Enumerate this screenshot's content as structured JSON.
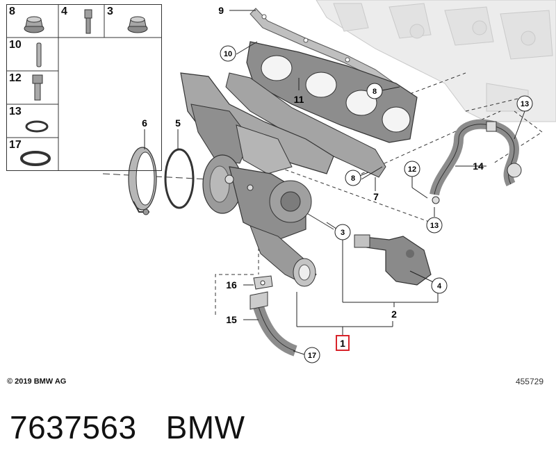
{
  "legend": [
    {
      "num": "8",
      "part": "collar-nut"
    },
    {
      "num": "4",
      "part": "stud-bolt"
    },
    {
      "num": "3",
      "part": "collar-nut"
    },
    {
      "num": "10",
      "part": "dowel-pin"
    },
    {
      "num": "12",
      "part": "hollow-screw"
    },
    {
      "num": "13",
      "part": "o-ring-small"
    },
    {
      "num": "17",
      "part": "o-ring-large"
    }
  ],
  "callouts": {
    "c1": "1",
    "c2": "2",
    "c3": "3",
    "c4": "4",
    "c5": "5",
    "c6": "6",
    "c7": "7",
    "c8a": "8",
    "c8b": "8",
    "c9": "9",
    "c10": "10",
    "c11": "11",
    "c12": "12",
    "c13a": "13",
    "c13b": "13",
    "c14": "14",
    "c15": "15",
    "c16": "16",
    "c17": "17"
  },
  "copyright": "© 2019 BMW AG",
  "doc_number": "455729",
  "footer": {
    "part_number": "7637563",
    "brand": "BMW"
  },
  "colors": {
    "highlight": "#d8232a",
    "line": "#222222",
    "part_fill": "#9a9a9a"
  }
}
